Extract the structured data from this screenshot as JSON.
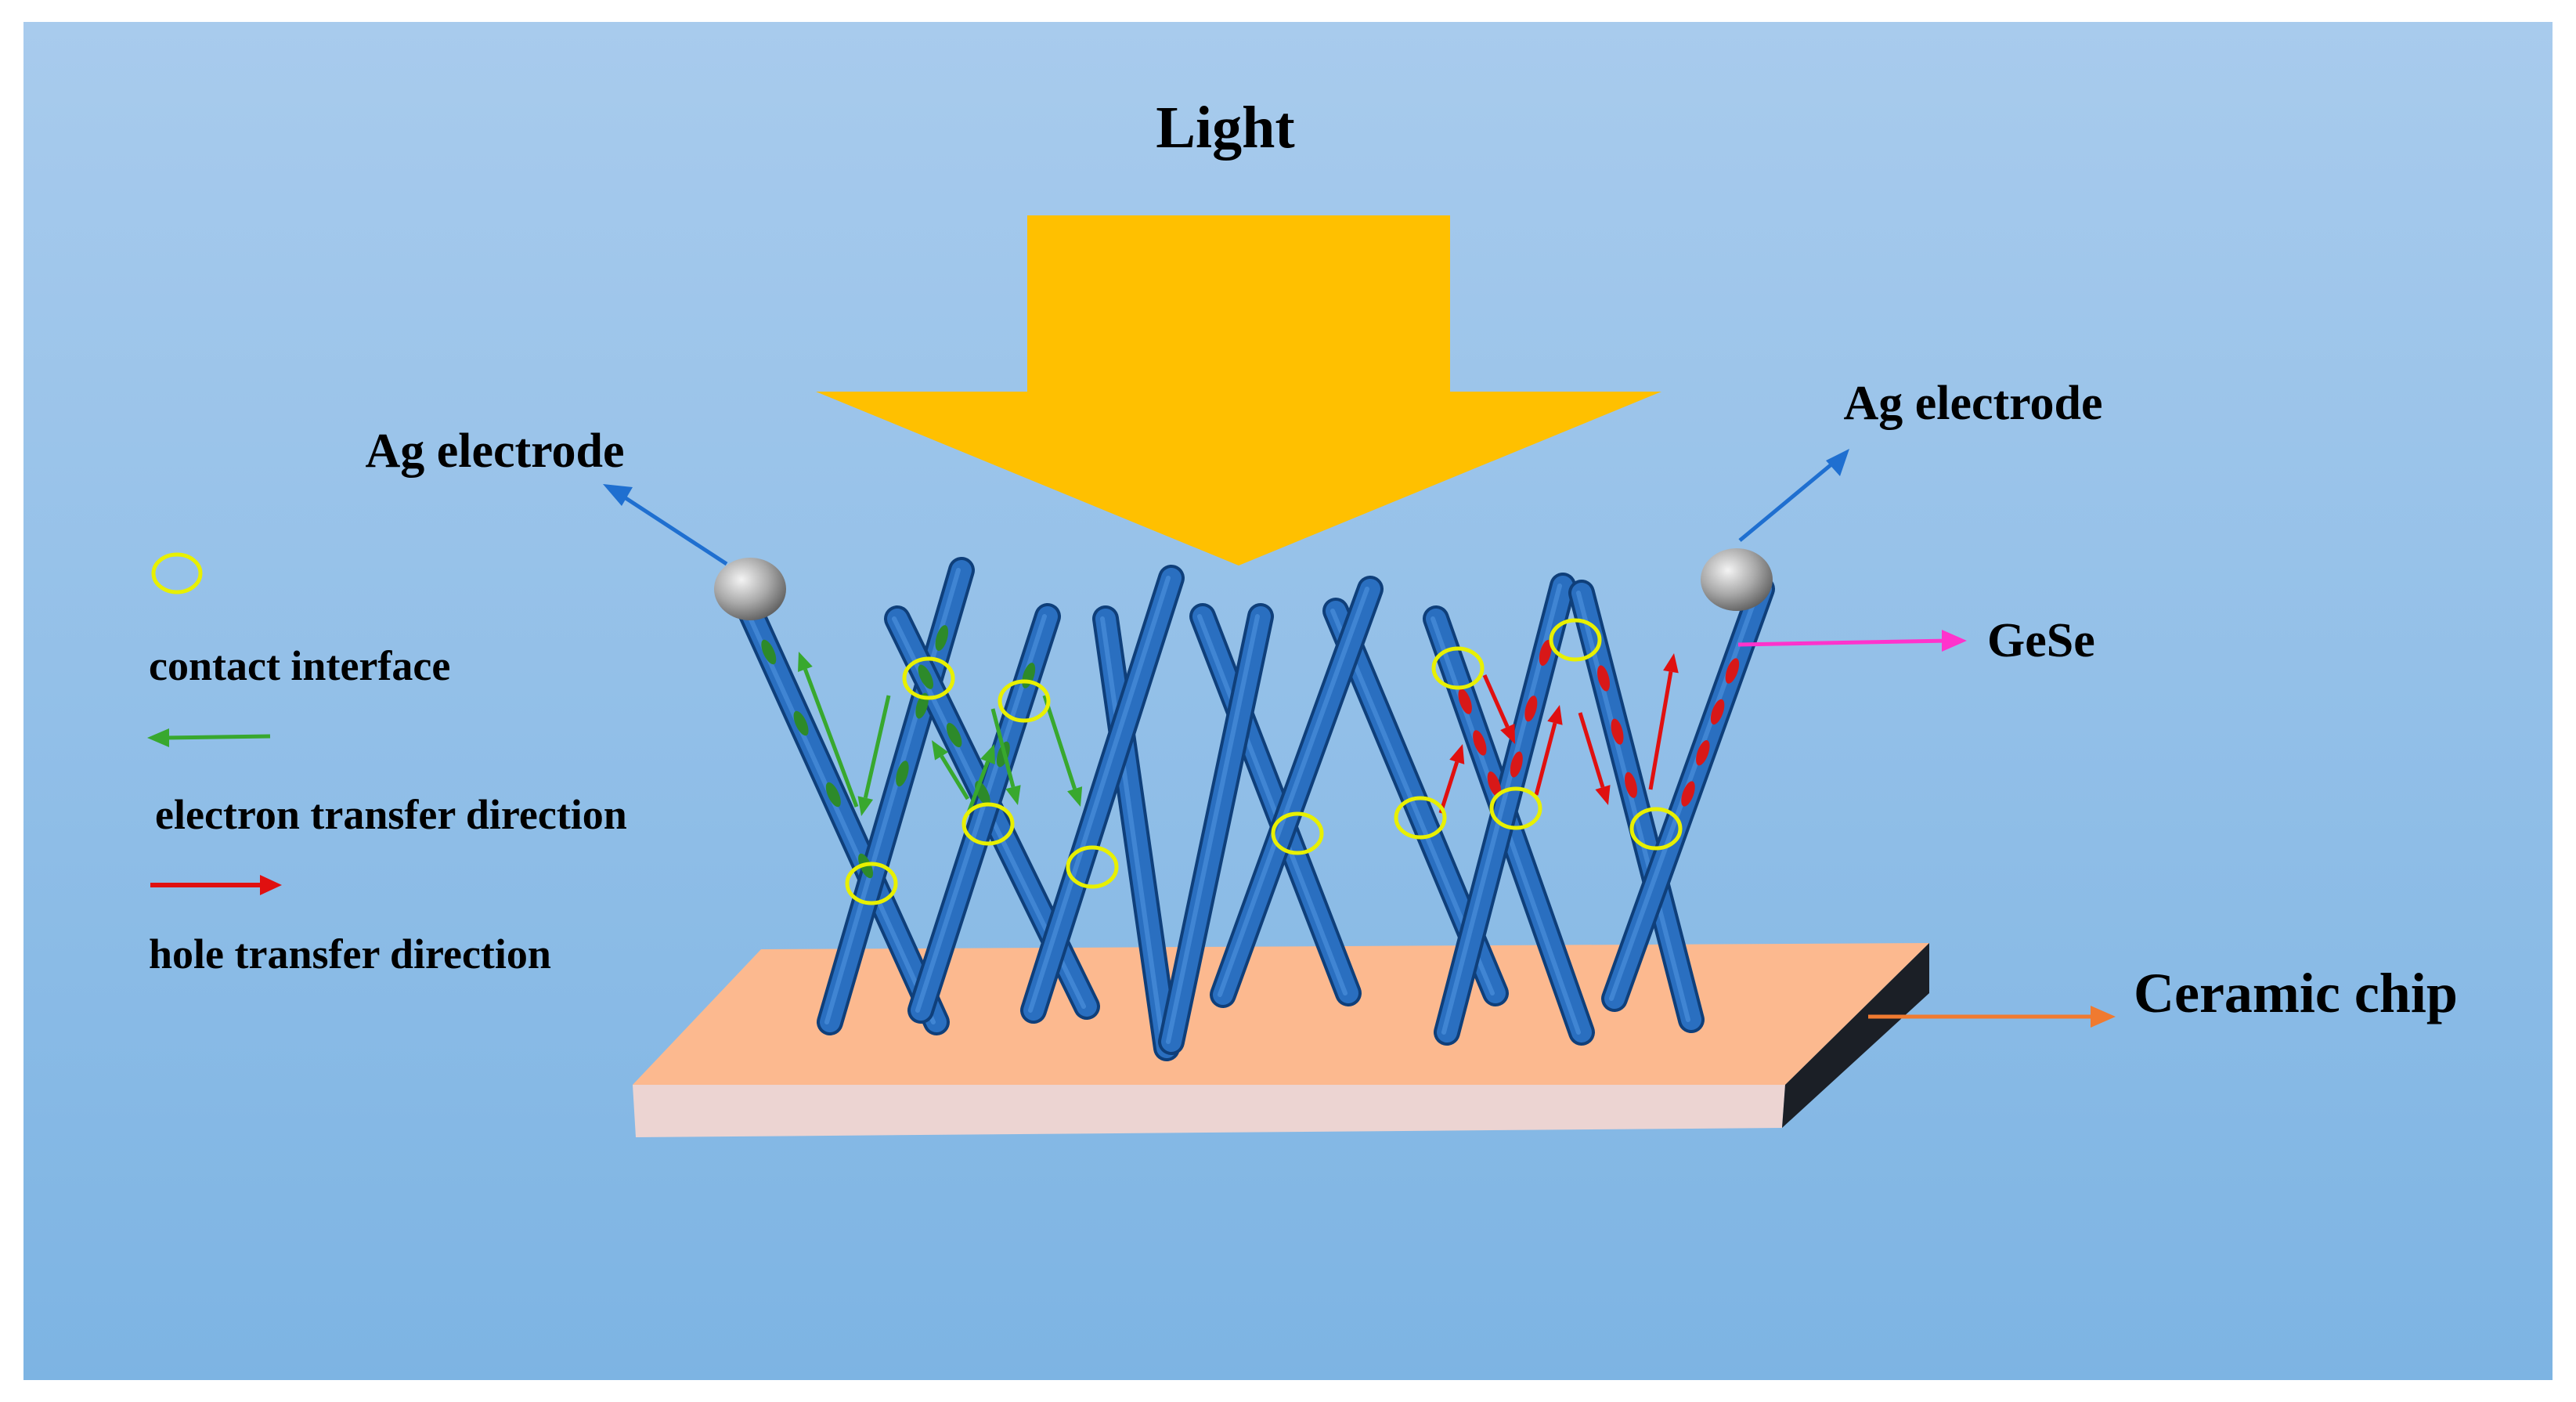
{
  "labels": {
    "light": "Light",
    "ag_electrode_left": "Ag electrode",
    "ag_electrode_right": "Ag electrode",
    "gese": "GeSe",
    "ceramic_chip": "Ceramic chip"
  },
  "legend": {
    "contact_interface": "contact interface",
    "electron_transfer": "electron transfer direction",
    "hole_transfer": "hole transfer direction"
  },
  "colors": {
    "background_top": "#a6c9ec",
    "background_bottom": "#7fb6e4",
    "light_arrow": "#ffc000",
    "nanowire": "#1f66b6",
    "nanowire_outline": "#0f3f7a",
    "ceramic_top": "#fcb98f",
    "ceramic_front": "#ecd4d2",
    "ceramic_side": "#1b1f26",
    "contact_circle": "#e8f000",
    "electron_arrow": "#38a82e",
    "hole_arrow": "#e01010",
    "electrode_pointer": "#1f6fd0",
    "gese_pointer": "#ff33cc",
    "ceramic_pointer": "#f07a30"
  }
}
